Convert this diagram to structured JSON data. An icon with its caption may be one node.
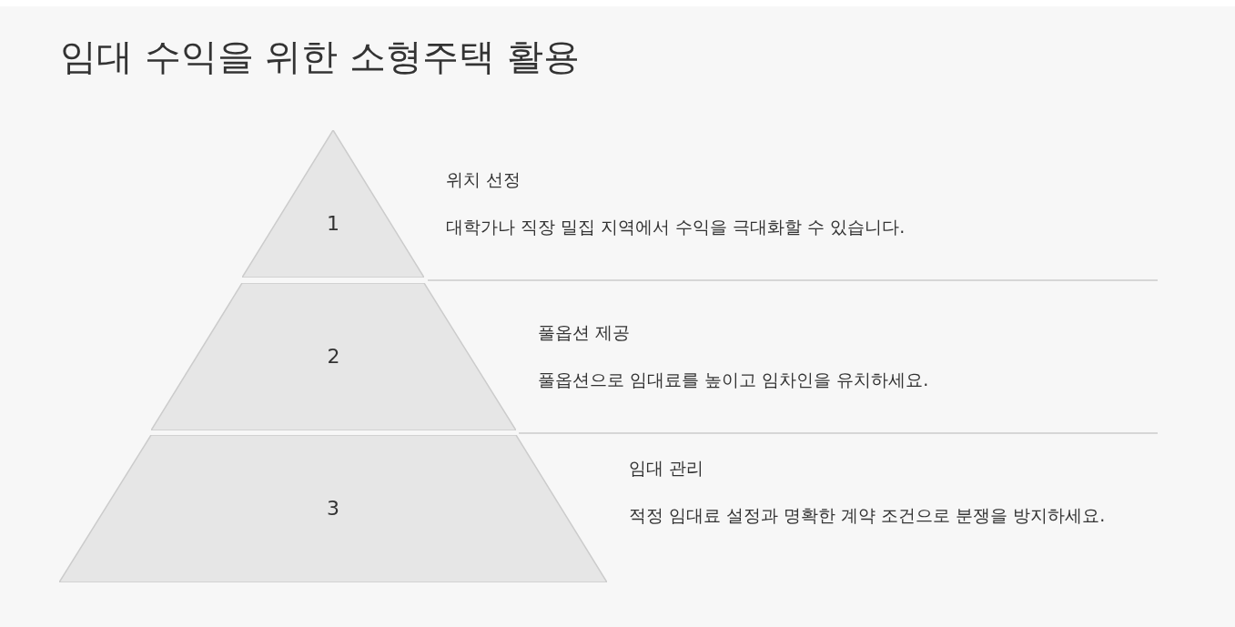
{
  "diagram": {
    "title": "임대 수익을 위한 소형주택 활용",
    "nodes": [
      {
        "text": [
          "1"
        ],
        "beside": [
          "위치 선정",
          "대학가나 직장 밀집 지역에서 수익을 극대화할 수 있습니다."
        ]
      },
      {
        "text": [
          "2"
        ],
        "beside": [
          "풀옵션 제공",
          "풀옵션으로 임대료를 높이고 임차인을 유치하세요."
        ]
      },
      {
        "text": [
          "3"
        ],
        "beside": [
          "임대 관리",
          "적정 임대료 설정과 명확한 계약 조건으로 분쟁을 방지하세요."
        ]
      }
    ]
  }
}
